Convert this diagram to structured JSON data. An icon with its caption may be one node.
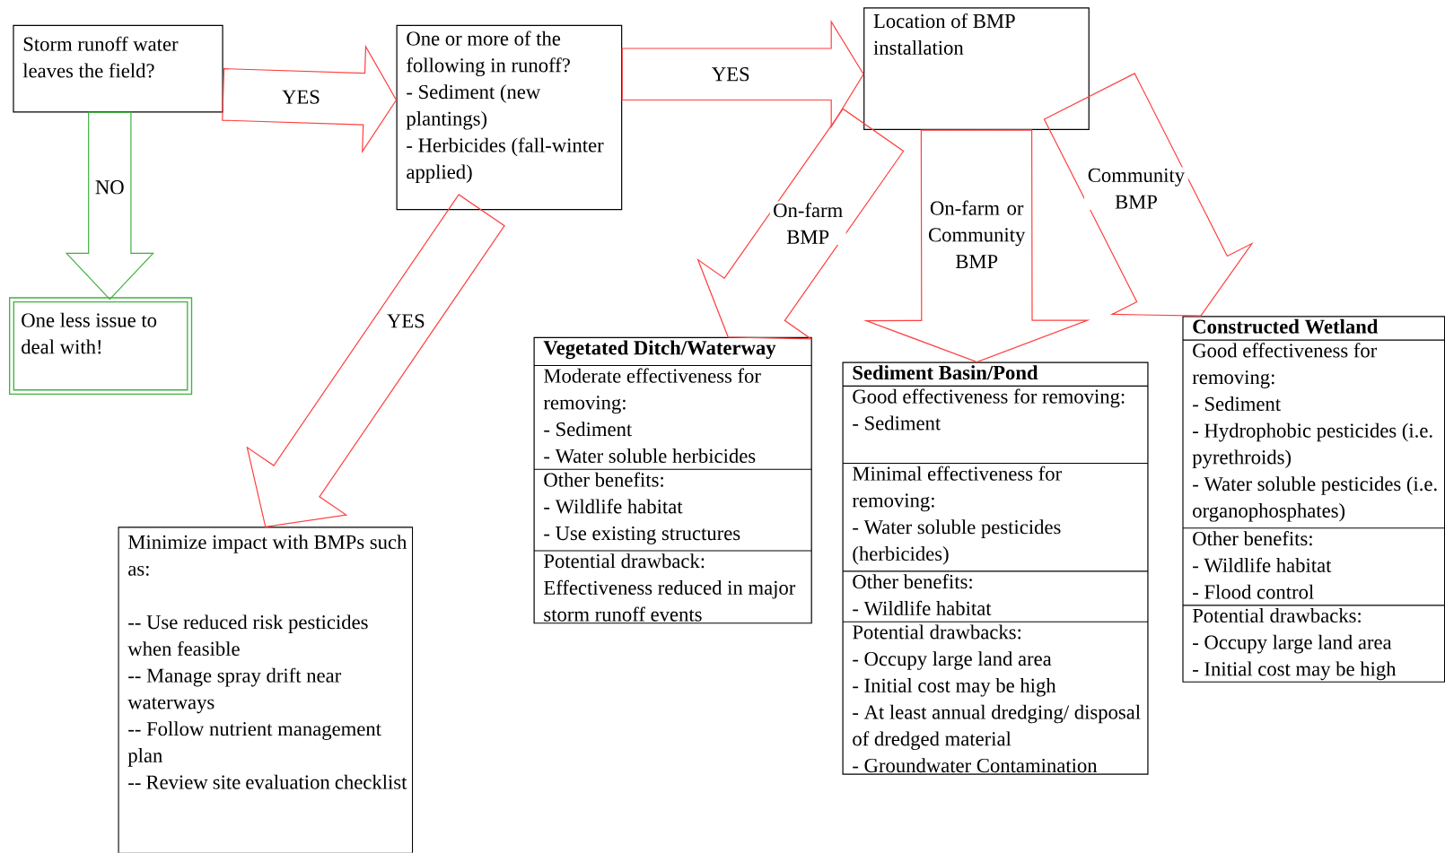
{
  "diagram": {
    "nodes": [
      {
        "text": [
          "Storm runoff water leaves the field?"
        ]
      },
      {
        "text": [
          "One or more of the following in runoff?",
          "-  Sediment (new plantings)",
          "-  Herbicides (fall-winter applied)"
        ]
      },
      {
        "text": [
          "One less issue to deal with!"
        ]
      },
      {
        "text": [
          "Location of BMP installation"
        ]
      },
      {
        "text": [
          "Minimize impact with BMPs such as:",
          "-- Use reduced risk pesticides when feasible",
          "-- Manage spray drift near waterways",
          "-- Follow nutrient management plan",
          "-- Review site evaluation checklist"
        ]
      },
      {
        "text": [
          "Vegetated Ditch/Waterway",
          "Moderate effectiveness for removing:",
          "- Sediment",
          "- Water soluble herbicides",
          "Other benefits:",
          "- Wildlife habitat",
          "- Use existing structures",
          "Potential drawback: Effectiveness reduced in major storm runoff events"
        ]
      },
      {
        "text": [
          "Sediment Basin/Pond",
          "Good effectiveness for removing:",
          "- Sediment",
          "Minimal effectiveness for removing:",
          "-      Water soluble pesticides (herbicides)",
          "Other benefits:",
          "- Wildlife habitat",
          "Potential drawbacks:",
          "- Occupy large land area",
          "- Initial cost may be high",
          "- At least annual dredging/ disposal of dredged material",
          "- Groundwater Contamination"
        ]
      },
      {
        "text": [
          "Constructed Wetland",
          "Good effectiveness for removing:",
          "- Sediment",
          "- Hydrophobic pesticides (i.e. pyrethroids)",
          "- Water soluble pesticides (i.e. organophosphates)",
          "Other benefits:",
          "- Wildlife habitat",
          "- Flood control",
          "Potential drawbacks:",
          "- Occupy large land area",
          "- Initial cost may be high"
        ]
      }
    ],
    "edges": [
      {
        "from": 0,
        "to": 1,
        "arrow": "to",
        "label": "YES"
      },
      {
        "from": 0,
        "to": 2,
        "arrow": "to",
        "label": "NO",
        "color": "#40b040"
      },
      {
        "from": 1,
        "to": 3,
        "arrow": "to",
        "label": "YES"
      },
      {
        "from": 1,
        "to": 4,
        "arrow": "to",
        "label": "YES"
      },
      {
        "from": 3,
        "to": 5,
        "arrow": "to",
        "label": "On-farm BMP"
      },
      {
        "from": 3,
        "to": 6,
        "arrow": "to",
        "label": "On-farm or Community BMP"
      },
      {
        "from": 3,
        "to": 7,
        "arrow": "to",
        "label": "Community BMP"
      }
    ]
  }
}
